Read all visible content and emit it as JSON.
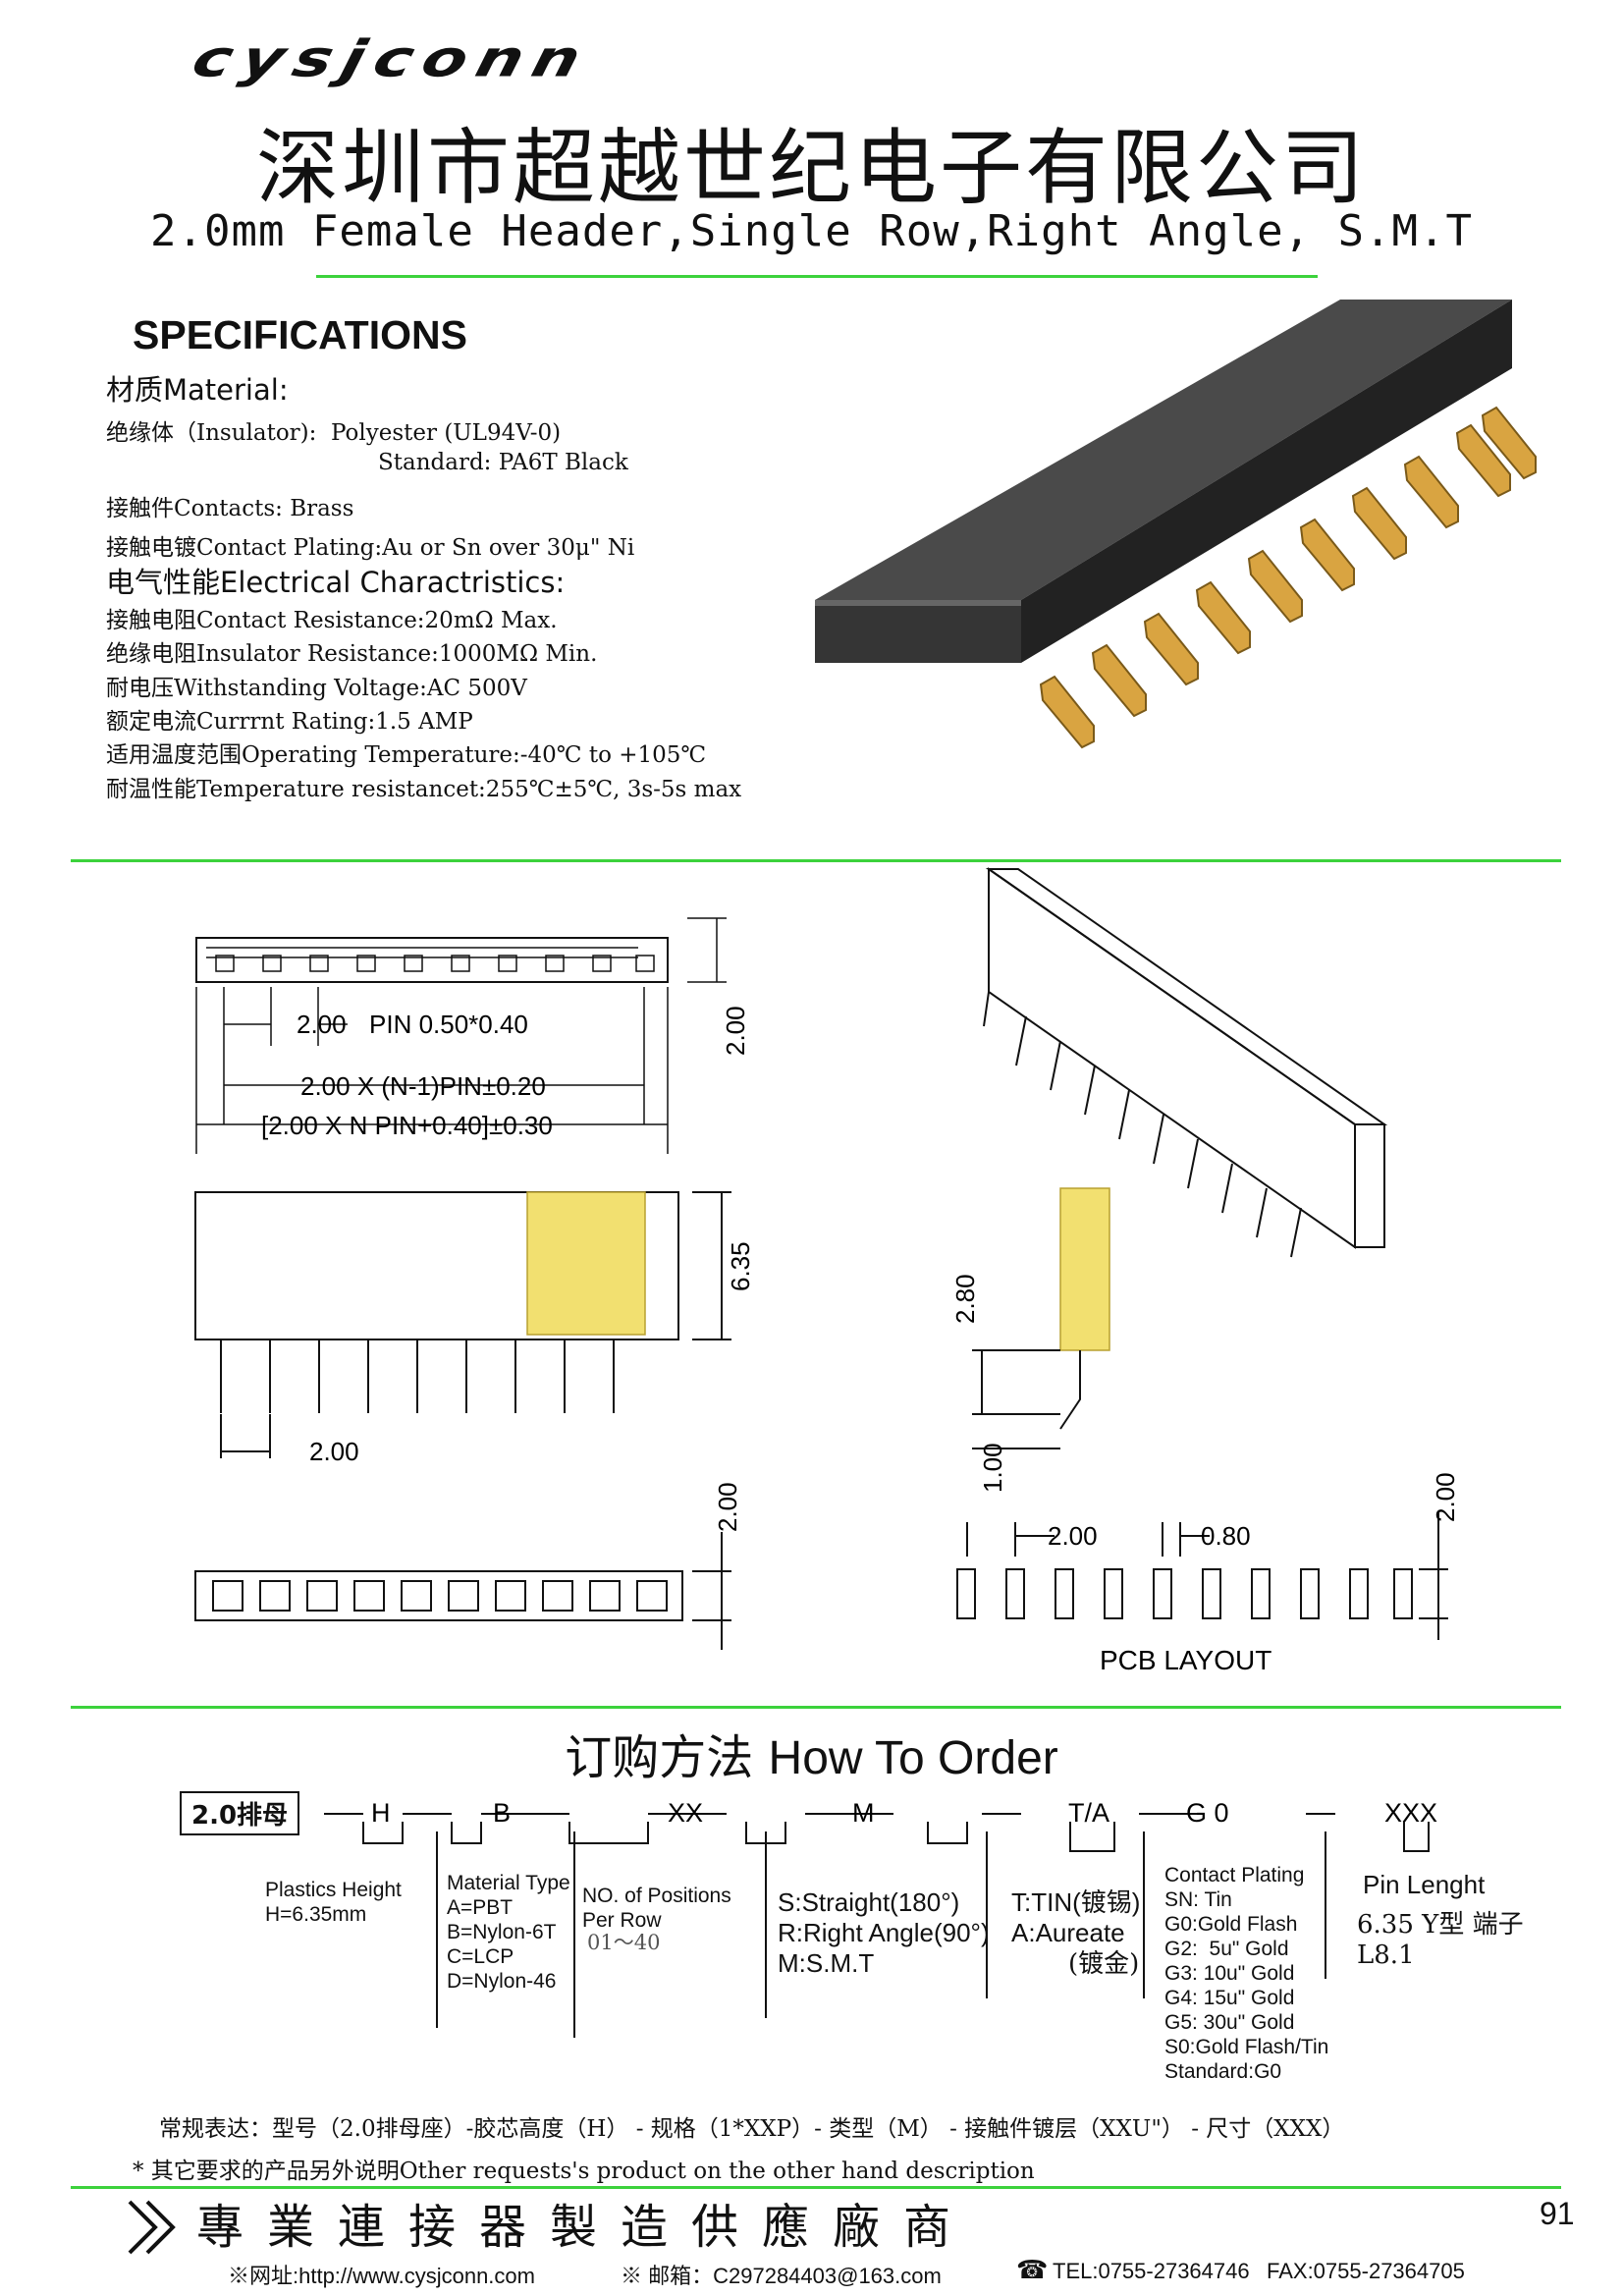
{
  "header": {
    "logo_text": "cysjconn",
    "company_cn": "深圳市超越世纪电子有限公司",
    "product_title": "2.0mm Female Header,Single Row,Right Angle, S.M.T"
  },
  "specs": {
    "heading": "SPECIFICATIONS",
    "material_title": "材质Material:",
    "insulator": "绝缘体（Insulator):  Polyester (UL94V-0)",
    "standard": "Standard: PA6T Black",
    "contacts": "接触件Contacts: Brass",
    "plating": "接触电镀Contact Plating:Au or Sn over 30μ\" Ni",
    "electrical_title": "电气性能Electrical Charactristics:",
    "contact_resistance": "接触电阻Contact Resistance:20mΩ Max.",
    "insulator_resistance": "绝缘电阻Insulator Resistance:1000MΩ Min.",
    "withstanding": "耐电压Withstanding Voltage:AC 500V",
    "current": "额定电流Currrnt Rating:1.5 AMP",
    "temperature": "适用温度范围Operating Temperature:-40℃ to +105℃",
    "temp_resist": "耐温性能Temperature resistancet:255℃±5℃, 3s-5s max"
  },
  "drawing": {
    "dim_200": "2.00",
    "pin_size": "PIN 0.50*0.40",
    "formula1": "2.00 X (N-1)PIN±0.20",
    "formula2": "[2.00 X N   PIN+0.40]±0.30",
    "height": "6.35",
    "dim_280": "2.80",
    "dim_100": "1.00",
    "dim_080": "0.80",
    "pcb_label": "PCB LAYOUT"
  },
  "order": {
    "title_cn": "订购方法",
    "title_en": "How To Order",
    "series": "2.0排母",
    "codes": {
      "h": "H",
      "b": "B",
      "xx": "XX",
      "m": "M",
      "ta": "T/A",
      "g0": "G 0",
      "xxx": "XXX"
    },
    "plastics": "Plastics Height\nH=6.35mm",
    "material": "Material Type\nA=PBT\nB=Nylon-6T\nC=LCP\nD=Nylon-46",
    "positions_a": "NO. of Positions\nPer Row",
    "positions_b": "01～40",
    "type": "S:Straight(180°)\nR:Right Angle(90°)\nM:S.M.T",
    "tin_a": "T:TIN(镀锡)\nA:Aureate",
    "tin_b": "(镀金)",
    "plating_list": "Contact Plating\nSN: Tin\nG0:Gold Flash\nG2:  5u\" Gold\nG3: 10u\" Gold\nG4: 15u\" Gold\nG5: 30u\" Gold\nS0:Gold Flash/Tin\nStandard:G0",
    "pin_length_title": "Pin Lenght",
    "pin_length_val": "6.35 Y型 端子\nL8.1",
    "regular_expr": "常规表达：型号（2.0排母座）-胶芯高度（H） - 规格（1*XXP）- 类型（M） - 接触件镀层（XXU\"） - 尺寸（XXX）",
    "other_req": "* 其它要求的产品另外说明Other requests's product on the other hand description"
  },
  "footer": {
    "slogan": "專業連接器製造供應廠商",
    "page_number": "91",
    "website": "※网址:http://www.cysjconn.com",
    "email": "※ 邮箱：C297284403@163.com",
    "tel": "TEL:0755-27364746",
    "fax": "FAX:0755-27364705"
  },
  "colors": {
    "accent_line": "#3cd23c",
    "pin_gold": "#d9a441",
    "highlight": "#f2e070"
  }
}
